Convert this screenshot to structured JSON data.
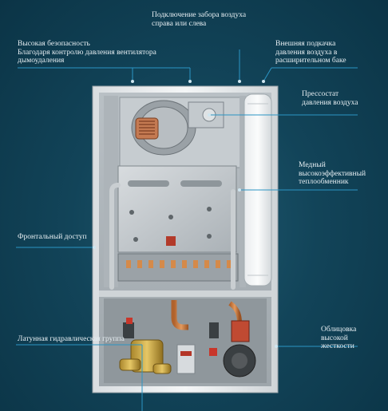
{
  "labels": {
    "air_intake": "Подключение забора воздуха\nсправа или слева",
    "safety": "Высокая безопасность\nБлагодаря контролю давления вентилятора\nдымоудаления",
    "expansion": "Внешняя подкачка\nдавления воздуха в\nрасширительном баке",
    "pressostat": "Прессостат\nдавления воздуха",
    "exchanger": "Медный\nвысокоэффективный\nтеплообменник",
    "front_access": "Фронтальный доступ",
    "brass_group": "Латунная гидравлическая группа",
    "cladding": "Облицовка\nвысокой\nжесткости"
  },
  "colors": {
    "background": "#124459",
    "leader": "#2b95c4",
    "text": "#e6eef2"
  }
}
